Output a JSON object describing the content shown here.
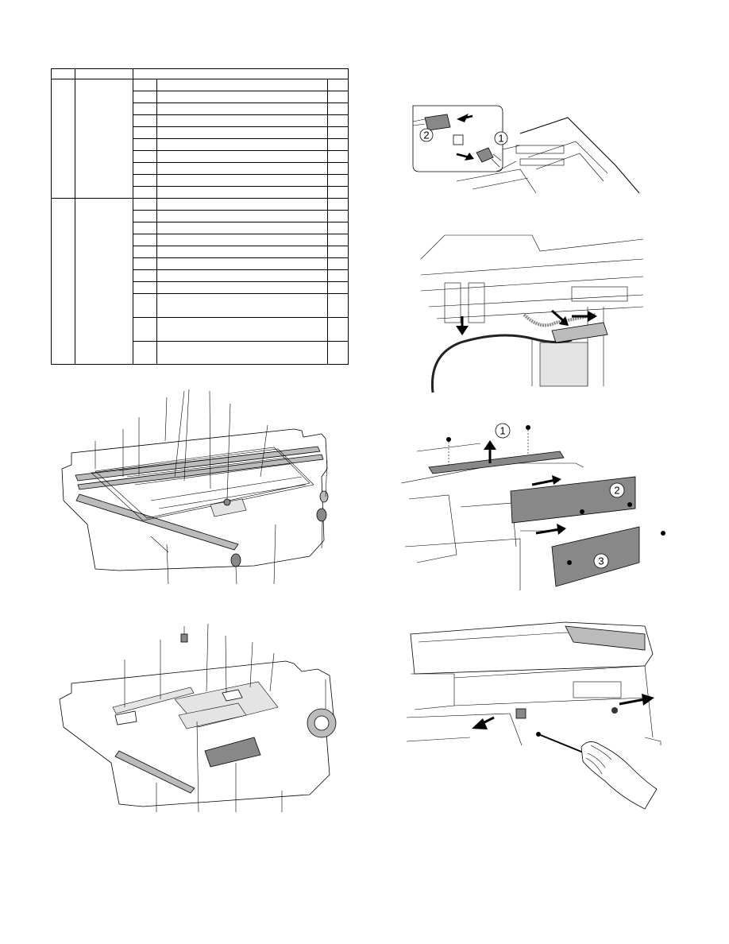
{
  "callouts": {
    "top_connector": [
      "1",
      "2"
    ],
    "cover_removal": [
      "1",
      "2",
      "3"
    ]
  }
}
